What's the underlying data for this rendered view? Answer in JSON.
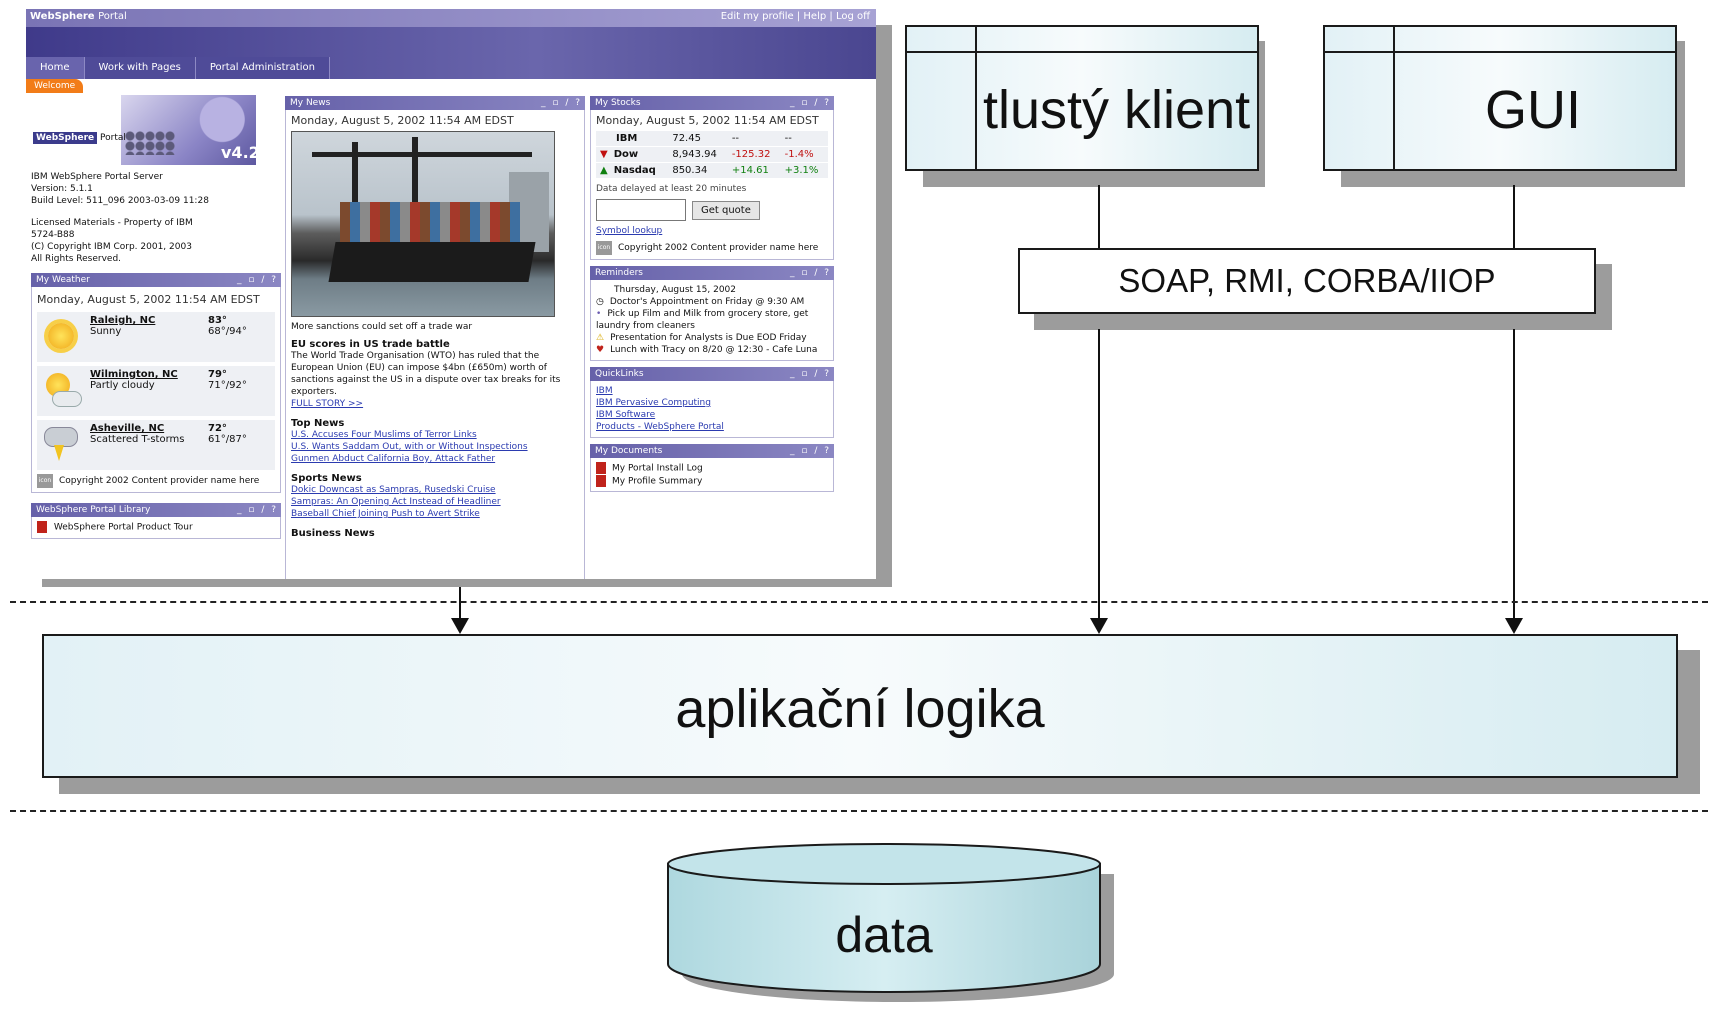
{
  "diagram": {
    "thick_client_label": "tlustý klient",
    "gui_label": "GUI",
    "protocol_label": "SOAP, RMI, CORBA/IIOP",
    "app_logic_label": "aplikační logika",
    "data_label": "data"
  },
  "portal": {
    "brand": "WebSphere",
    "brand_suffix": "Portal",
    "top_links": "Edit my profile  |  Help  |  Log off",
    "tabs": [
      "Home",
      "Work with Pages",
      "Portal Administration"
    ],
    "welcome": "Welcome",
    "logo_text": "WebSphere",
    "logo_suffix": "Portal",
    "version_badge": "v4.2",
    "server_info": [
      "IBM WebSphere Portal Server",
      "Version: 5.1.1",
      "Build Level: 511_096 2003-03-09 11:28"
    ],
    "license_info": [
      "Licensed Materials - Property of IBM",
      "5724-B88",
      "(C) Copyright IBM Corp. 2001, 2003",
      "All Rights Reserved."
    ],
    "weather": {
      "title": "My Weather",
      "date": "Monday, August 5, 2002 11:54 AM EDST",
      "rows": [
        {
          "city": "Raleigh, NC",
          "cond": "Sunny",
          "temp": "83°",
          "range": "68°/94°",
          "icon": "sun-icon"
        },
        {
          "city": "Wilmington, NC",
          "cond": "Partly cloudy",
          "temp": "79°",
          "range": "71°/92°",
          "icon": "partly-cloudy-icon"
        },
        {
          "city": "Asheville, NC",
          "cond": "Scattered T-storms",
          "temp": "72°",
          "range": "61°/87°",
          "icon": "thunderstorm-icon"
        }
      ],
      "icon_label": "icon",
      "copyright": "Copyright 2002 Content provider name here"
    },
    "library": {
      "title": "WebSphere Portal Library",
      "item": "WebSphere Portal Product Tour"
    },
    "news": {
      "title": "My News",
      "date": "Monday, August 5, 2002 11:54 AM EDST",
      "caption": "More sanctions could set off a trade war",
      "headline": "EU scores in US trade battle",
      "body": "The World Trade Organisation (WTO) has ruled that the European Union (EU) can impose $4bn (£650m) worth of sanctions against the US in a dispute over tax breaks for its exporters.",
      "full_story": "FULL STORY >>",
      "top_title": "Top News",
      "top": [
        "U.S. Accuses Four Muslims of Terror Links",
        "U.S. Wants Saddam Out, with or Without Inspections",
        "Gunmen Abduct California Boy, Attack Father"
      ],
      "sports_title": "Sports News",
      "sports": [
        "Dokic Downcast as Sampras, Rusedski Cruise",
        "Sampras: An Opening Act Instead of Headliner",
        "Baseball Chief Joining Push to Avert Strike"
      ],
      "business_title": "Business News"
    },
    "stocks": {
      "title": "My Stocks",
      "date": "Monday, August 5, 2002 11:54 AM EDST",
      "rows": [
        {
          "name": "IBM",
          "price": "72.45",
          "chg": "--",
          "pct": "--"
        },
        {
          "name": "Dow",
          "price": "8,943.94",
          "chg": "-125.32",
          "pct": "-1.4%"
        },
        {
          "name": "Nasdaq",
          "price": "850.34",
          "chg": "+14.61",
          "pct": "+3.1%"
        }
      ],
      "delay": "Data delayed at least 20 minutes",
      "button": "Get quote",
      "lookup": "Symbol lookup",
      "icon_label": "icon",
      "copyright": "Copyright 2002 Content provider name here"
    },
    "reminders": {
      "title": "Reminders",
      "date": "Thursday, August 15, 2002",
      "items": [
        "Doctor's Appointment on Friday @ 9:30 AM",
        "Pick up Film and Milk from grocery store, get laundry from cleaners",
        "Presentation for Analysts is Due EOD Friday",
        "Lunch with Tracy on 8/20 @ 12:30 - Cafe Luna"
      ]
    },
    "quicklinks": {
      "title": "QuickLinks",
      "items": [
        "IBM",
        "IBM Pervasive Computing",
        "IBM Software",
        "Products - WebSphere Portal"
      ]
    },
    "documents": {
      "title": "My Documents",
      "items": [
        "My Portal Install Log",
        "My Profile Summary"
      ]
    }
  }
}
